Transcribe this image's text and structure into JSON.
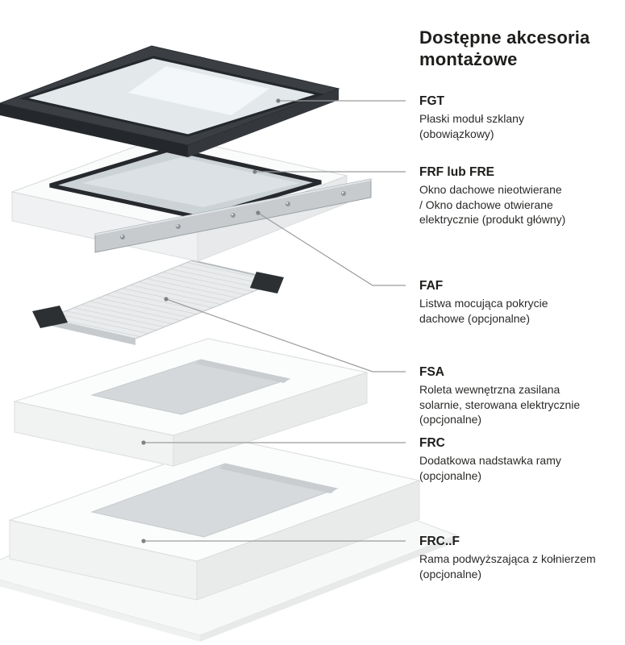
{
  "header": {
    "title": "Dostępne akcesoria\nmontażowe"
  },
  "accessories": [
    {
      "code": "FGT",
      "description": "Płaski moduł szklany\n(obowiązkowy)"
    },
    {
      "code": "FRF lub FRE",
      "description": "Okno dachowe nieotwierane\n/ Okno dachowe otwierane\nelektrycznie (produkt główny)"
    },
    {
      "code": "FAF",
      "description": "Listwa mocująca pokrycie\ndachowe (opcjonalne)"
    },
    {
      "code": "FSA",
      "description": "Roleta wewnętrzna zasilana\nsolarnie, sterowana elektrycznie\n(opcjonalne)"
    },
    {
      "code": "FRC",
      "description": "Dodatkowa nadstawka ramy\n(opcjonalne)"
    },
    {
      "code": "FRC..F",
      "description": "Rama podwyższająca z kołnierzem\n(opcjonalne)"
    }
  ],
  "illustration": {
    "layers": [
      "glass-module",
      "roof-window",
      "mounting-strip",
      "roller-blind",
      "frame-extension",
      "raising-frame-with-flange"
    ]
  },
  "colors": {
    "text_dark": "#1d1d1b",
    "leader_line": "#9b9b9b",
    "frame_dark": "#3b3f44",
    "surface_white": "#fbfcfc"
  }
}
